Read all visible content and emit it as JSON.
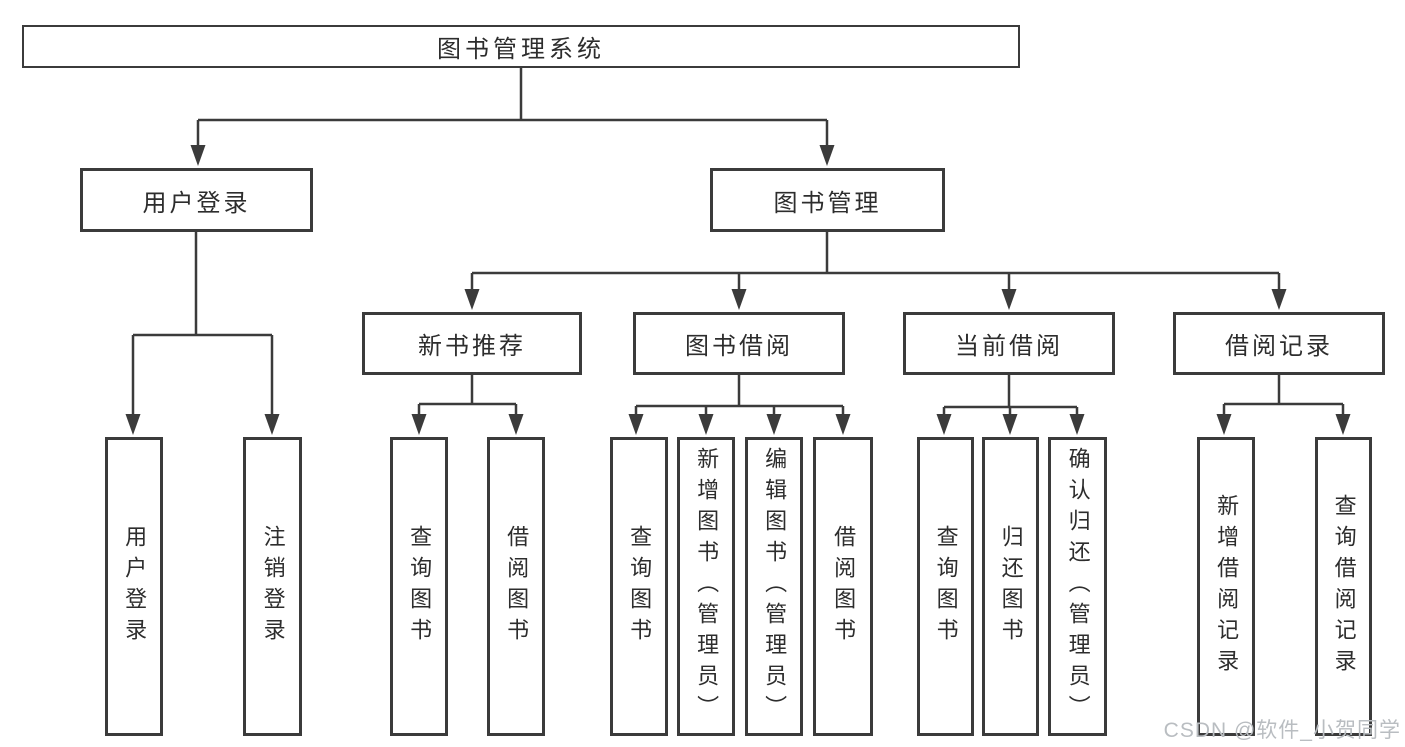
{
  "diagram": {
    "root": {
      "label": "图书管理系统"
    },
    "level2": [
      {
        "label": "用户登录"
      },
      {
        "label": "图书管理"
      }
    ],
    "level3": [
      {
        "label": "新书推荐"
      },
      {
        "label": "图书借阅"
      },
      {
        "label": "当前借阅"
      },
      {
        "label": "借阅记录"
      }
    ],
    "leaves": [
      {
        "label": "用户登录"
      },
      {
        "label": "注销登录"
      },
      {
        "label": "查询图书"
      },
      {
        "label": "借阅图书"
      },
      {
        "label": "查询图书"
      },
      {
        "label": "新增图书（管理员）"
      },
      {
        "label": "编辑图书（管理员）"
      },
      {
        "label": "借阅图书"
      },
      {
        "label": "查询图书"
      },
      {
        "label": "归还图书"
      },
      {
        "label": "确认归还（管理员）"
      },
      {
        "label": "新增借阅记录"
      },
      {
        "label": "查询借阅记录"
      }
    ]
  },
  "watermark": "CSDN @软件_小贺同学",
  "colors": {
    "line": "#3b3b3b",
    "box_border": "#3b3b3b",
    "text": "#2d2d2d",
    "watermark": "#b9bdc1",
    "background": "#ffffff"
  }
}
